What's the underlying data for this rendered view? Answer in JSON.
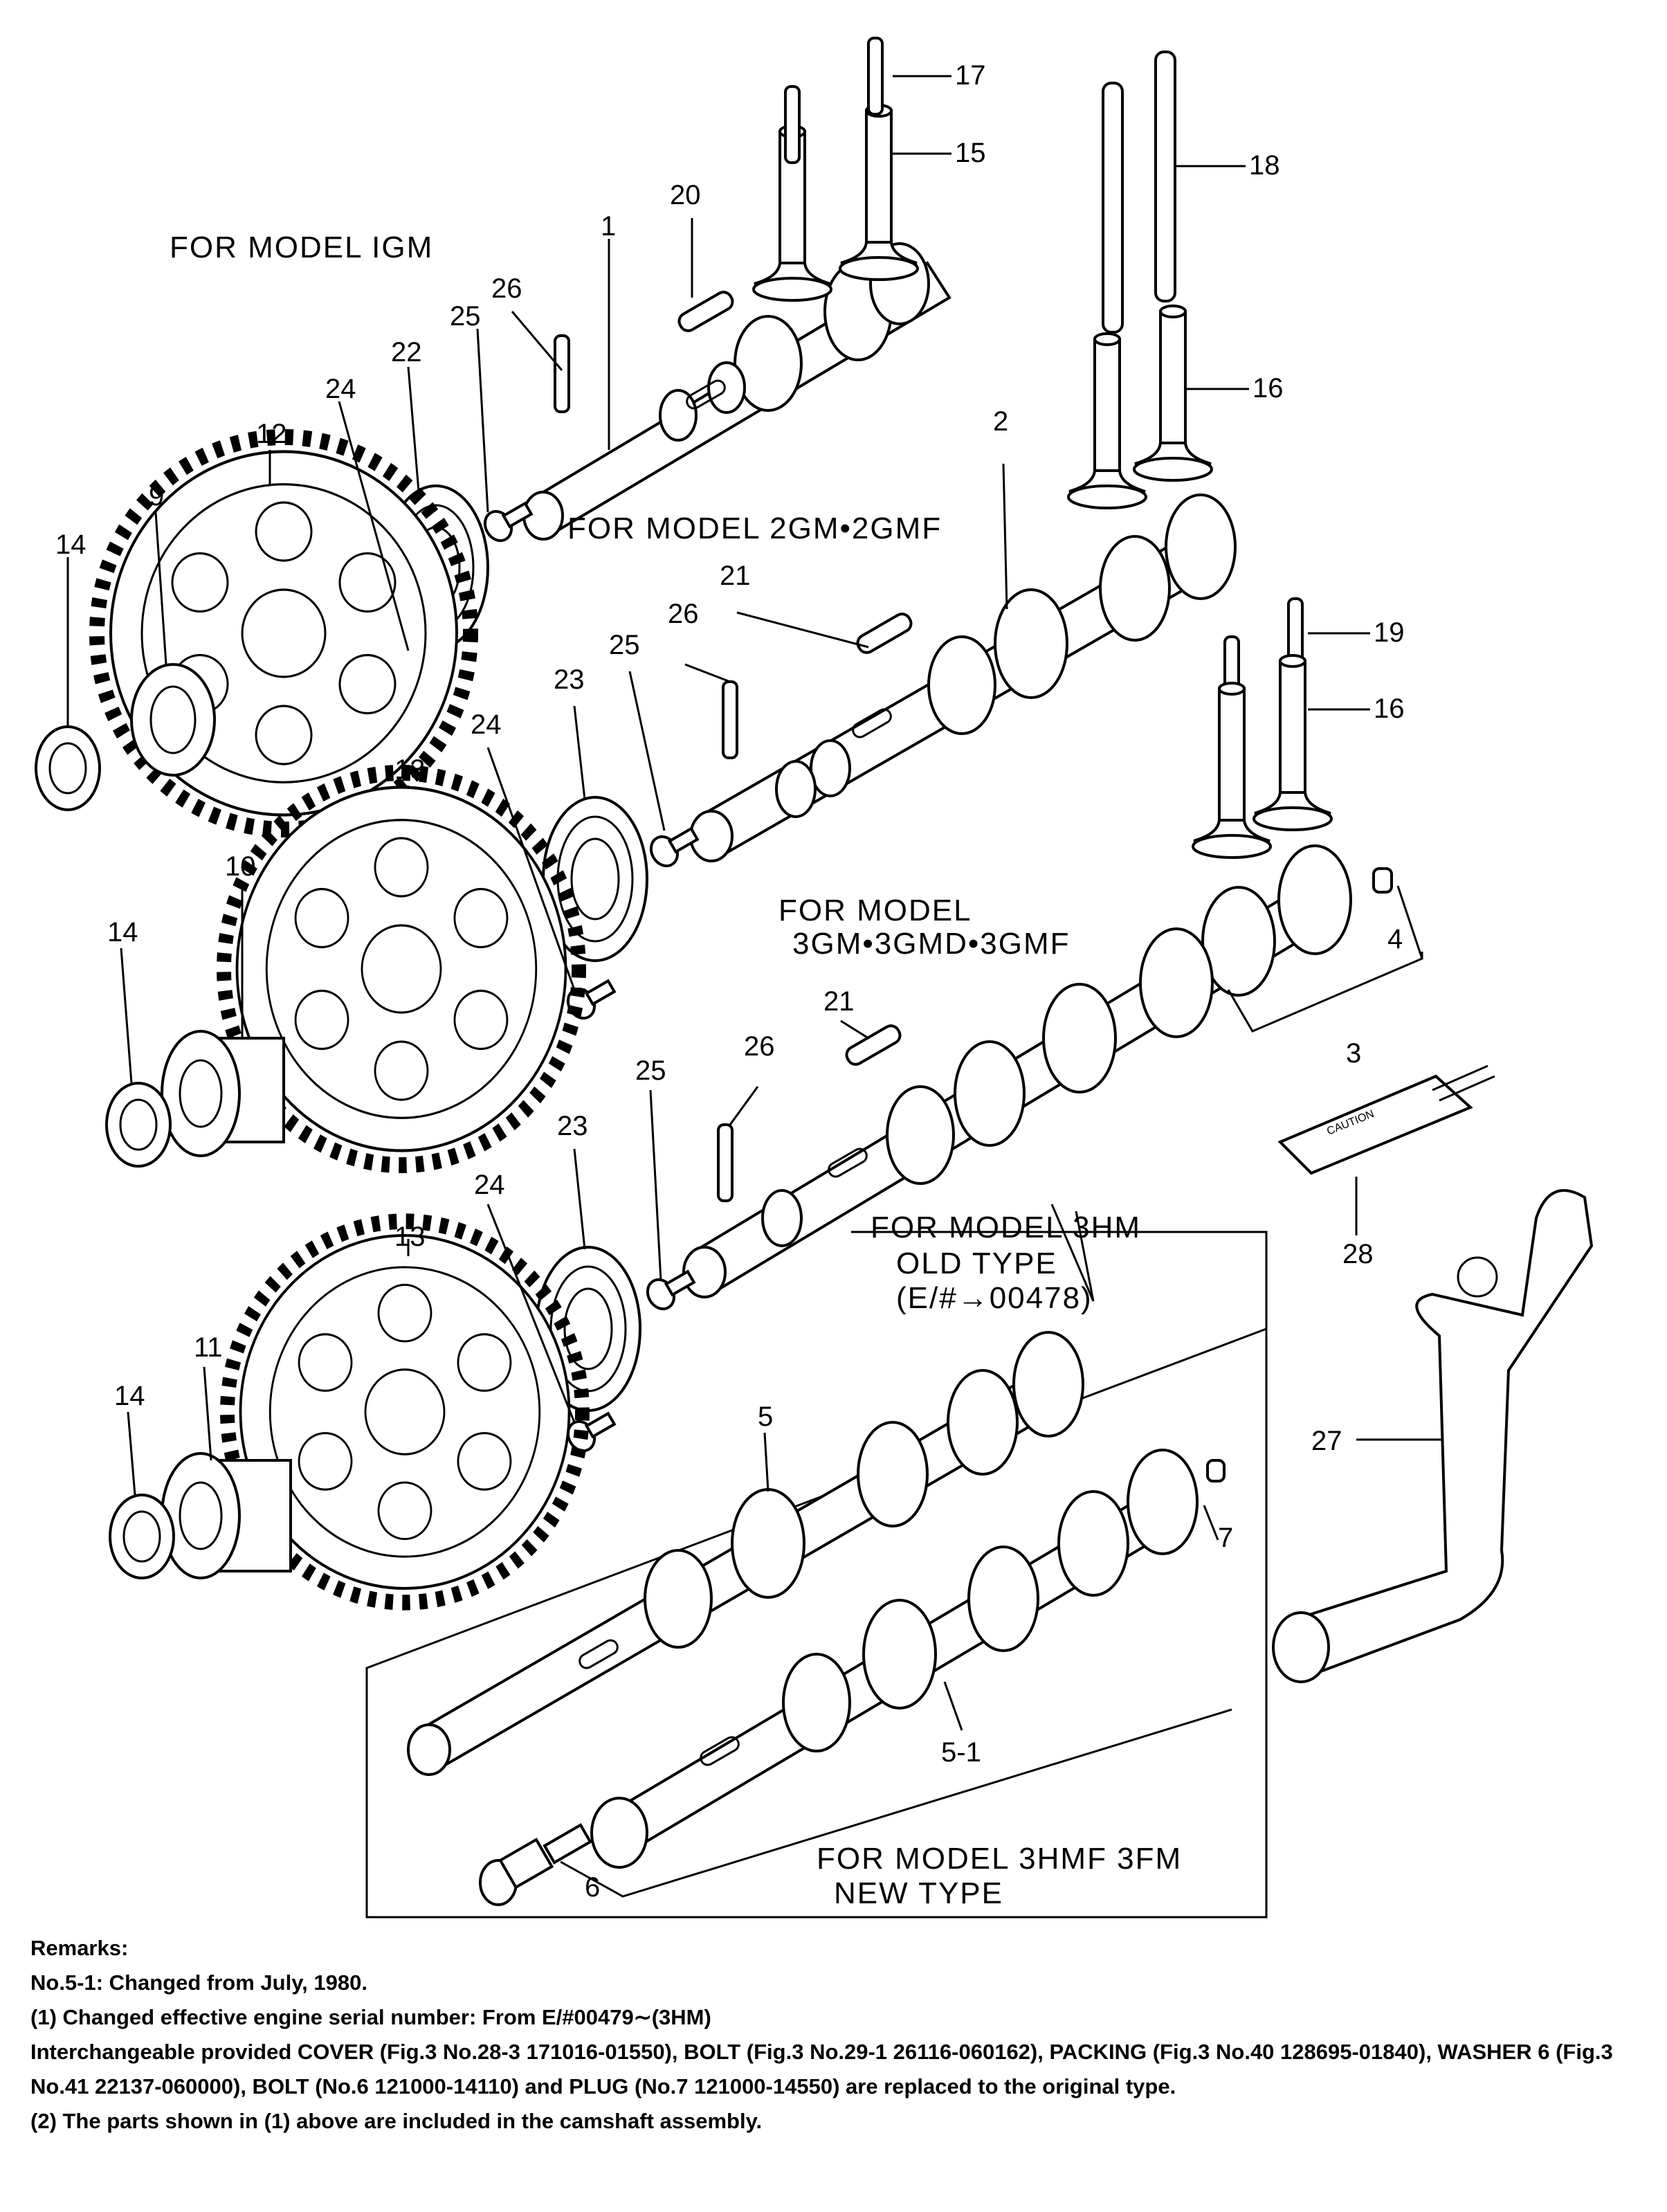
{
  "models": {
    "m1": "FOR MODEL IGM",
    "m2": "FOR MODEL 2GM•2GMF",
    "m3a": "FOR MODEL",
    "m3b": "3GM•3GMD•3GMF",
    "m4a": "FOR MODEL 3HM",
    "m4b": "OLD TYPE",
    "m4c": "(E/#→00478)",
    "m5a": "FOR MODEL 3HMF 3FM",
    "m5b": "NEW TYPE"
  },
  "labels": {
    "p1": "1",
    "p2": "2",
    "p3": "3",
    "p4": "4",
    "p5": "5",
    "p5_1": "5-1",
    "p6": "6",
    "p7": "7",
    "p9": "9",
    "p10": "10",
    "p11": "11",
    "p12": "12",
    "p13a": "13",
    "p13b": "13",
    "p14a": "14",
    "p14b": "14",
    "p14c": "14",
    "p15": "15",
    "p16a": "16",
    "p16b": "16",
    "p17": "17",
    "p18": "18",
    "p19": "19",
    "p20": "20",
    "p21a": "21",
    "p21b": "21",
    "p22": "22",
    "p23a": "23",
    "p23b": "23",
    "p24a": "24",
    "p24b": "24",
    "p24c": "24",
    "p25a": "25",
    "p25b": "25",
    "p25c": "25",
    "p26a": "26",
    "p26b": "26",
    "p26c": "26",
    "p27": "27",
    "p28": "28"
  },
  "tag": {
    "caution": "CAUTION"
  },
  "remarks": {
    "heading": "Remarks:",
    "line1": "No.5-1: Changed from July, 1980.",
    "line2": "(1) Changed effective engine serial number: From E/#00479∼(3HM)",
    "line3": "Interchangeable provided COVER (Fig.3 No.28-3 171016-01550), BOLT (Fig.3 No.29-1 26116-060162), PACKING (Fig.3 No.40 128695-01840), WASHER 6 (Fig.3 No.41 22137-060000), BOLT (No.6 121000-14110) and PLUG (No.7 121000-14550) are replaced to the original type.",
    "line4": "(2) The parts shown in (1) above are included in the camshaft assembly."
  }
}
